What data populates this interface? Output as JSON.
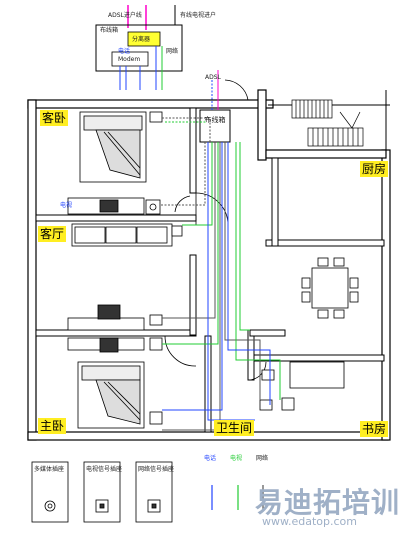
{
  "rooms": {
    "guest_bedroom": "客卧",
    "living_room": "客厅",
    "master_bedroom": "主卧",
    "kitchen": "厨房",
    "bathroom": "卫生间",
    "study": "书房"
  },
  "equipment": {
    "wiring_box": "布线箱",
    "splitter": "分离器",
    "modem": "Modem",
    "top_box_label": "布线箱",
    "adsl_label": "ADSL",
    "incoming_label_left": "ADSL进户线",
    "incoming_label_right": "有线电视进户",
    "tv_outlet_label": "电视",
    "phone_label": "电话",
    "network_label": "网络"
  },
  "legend": {
    "item1": "多媒体插座",
    "item2": "电视信号插座",
    "item3": "网络信号插座",
    "line_blue": "电话",
    "line_green": "电视",
    "line_gray": "网络"
  },
  "watermark": {
    "cn": "易迪拓培训",
    "url": "www.edatop.com"
  },
  "colors": {
    "room_label_bg": "#ffee22",
    "wall": "#000000",
    "phone_line": "#2244ff",
    "tv_line": "#22cc33",
    "network_line": "#555555",
    "incoming_magenta": "#ff00cc",
    "splitter_bg": "#ffff33"
  }
}
